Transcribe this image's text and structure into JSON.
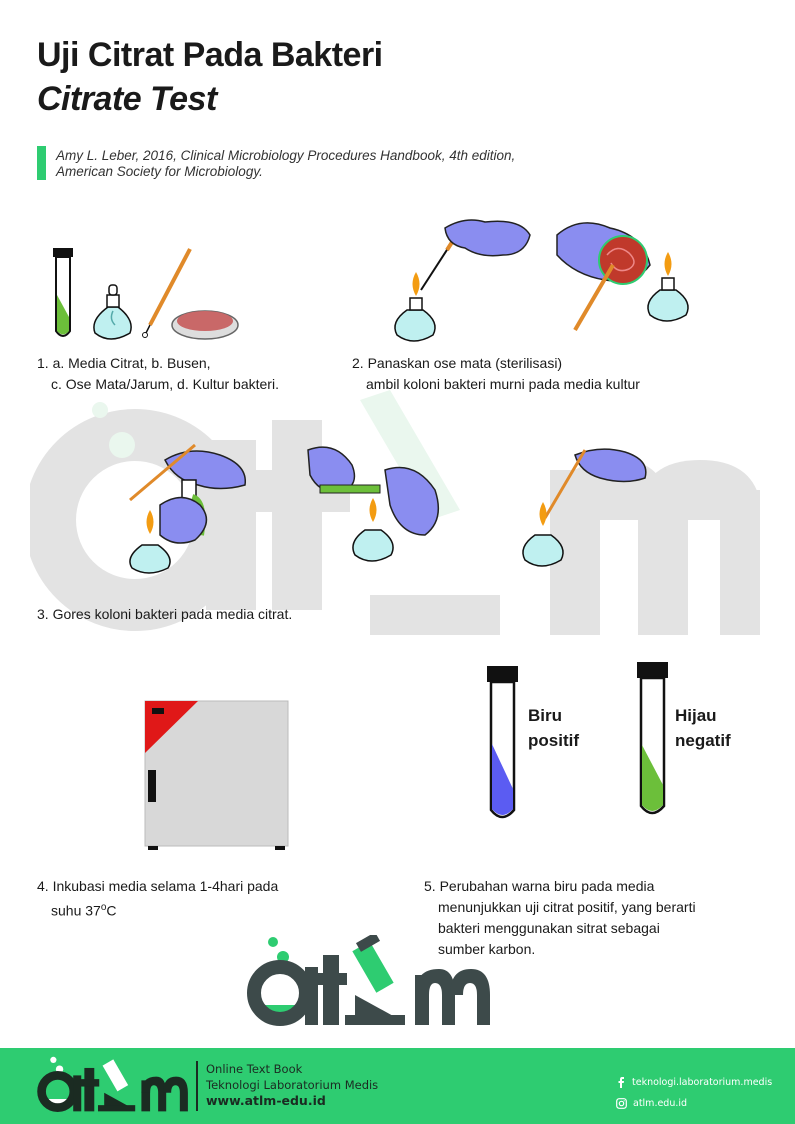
{
  "header": {
    "title": "Uji Citrat Pada Bakteri",
    "subtitle": "Citrate Test",
    "reference_line1": "Amy L. Leber, 2016, Clinical Microbiology Procedures Handbook, 4th edition,",
    "reference_line2": "American Society for Microbiology."
  },
  "steps": {
    "s1_line1": "1. a. Media Citrat, b. Busen,",
    "s1_line2": "c. Ose Mata/Jarum, d. Kultur bakteri.",
    "s2_line1": "2. Panaskan ose mata (sterilisasi)",
    "s2_line2": "ambil koloni bakteri murni pada media kultur",
    "s3_line1": "3. Gores koloni bakteri pada media citrat.",
    "s4_line1": "4.  Inkubasi media selama 1-4hari pada",
    "s4_line2": "suhu 37",
    "s4_sup": "o",
    "s4_unit": "C",
    "s5_line1": "5. Perubahan warna biru pada media",
    "s5_line2": "menunjukkan uji citrat positif, yang berarti",
    "s5_line3": "bakteri menggunakan sitrat sebagai",
    "s5_line4": "sumber karbon."
  },
  "results": {
    "blue_word": "Biru",
    "blue_result": "positif",
    "green_word": "Hijau",
    "green_result": "negatif"
  },
  "logo": {
    "text": "atlm"
  },
  "footer": {
    "line1": "Online Text Book",
    "line2": "Teknologi Laboratorium Medis",
    "website": "www.atlm-edu.id",
    "facebook": "teknologi.laboratorium.medis",
    "instagram": "atlm.edu.id"
  },
  "colors": {
    "accent_green": "#2ecc71",
    "glove": "#8a8df0",
    "blue_media": "#5b5cf2",
    "green_media": "#6cbf3a",
    "incubator_red": "#e01818",
    "lamp": "#bff0f0"
  },
  "icons": [
    "test-tube-icon",
    "spirit-lamp-icon",
    "inoculating-loop-icon",
    "petri-dish-icon",
    "gloved-hand-icon",
    "incubator-icon",
    "microscope-icon",
    "facebook-icon",
    "instagram-icon"
  ]
}
